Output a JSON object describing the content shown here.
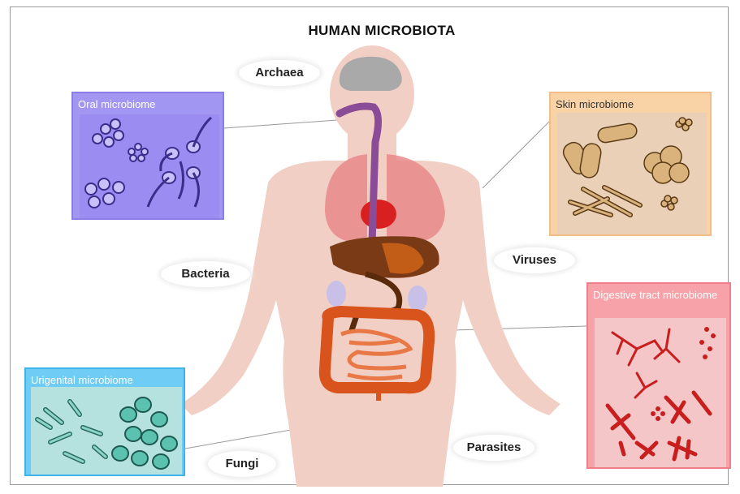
{
  "title": "HUMAN MICROBIOTA",
  "microorganisms": {
    "archaea": "Archaea",
    "bacteria": "Bacteria",
    "viruses": "Viruses",
    "fungi": "Fungi",
    "parasites": "Parasites"
  },
  "microbiomes": {
    "oral": "Oral microbiome",
    "skin": "Skin microbiome",
    "digestive": "Digestive tract microbiome",
    "urigenital": "Urigenital microbiome"
  },
  "colors": {
    "oral": "#9a8cf0",
    "skin": "#f5c99a",
    "digestive": "#f58c94",
    "urigenital": "#5ec6f2",
    "body": "#f2cfc4"
  }
}
